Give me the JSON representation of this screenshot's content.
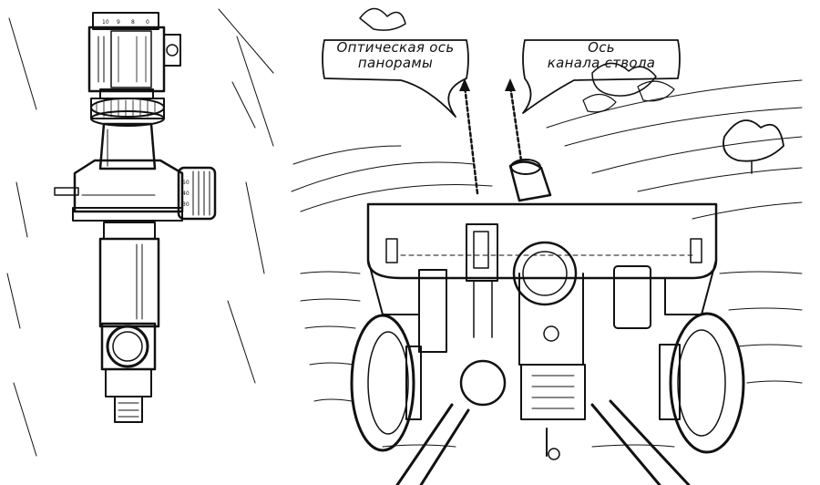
{
  "labels": {
    "panorama_axis_line1": "Оптическая ось",
    "panorama_axis_line2": "панорамы",
    "barrel_axis_line1": "Ось",
    "barrel_axis_line2": "канала ствола"
  },
  "scale_marks": {
    "drum_upper": [
      "10",
      "9",
      "8",
      "0"
    ],
    "drum_side": [
      "50",
      "40",
      "30"
    ]
  },
  "colors": {
    "ink": "#111111",
    "paper": "#ffffff"
  }
}
